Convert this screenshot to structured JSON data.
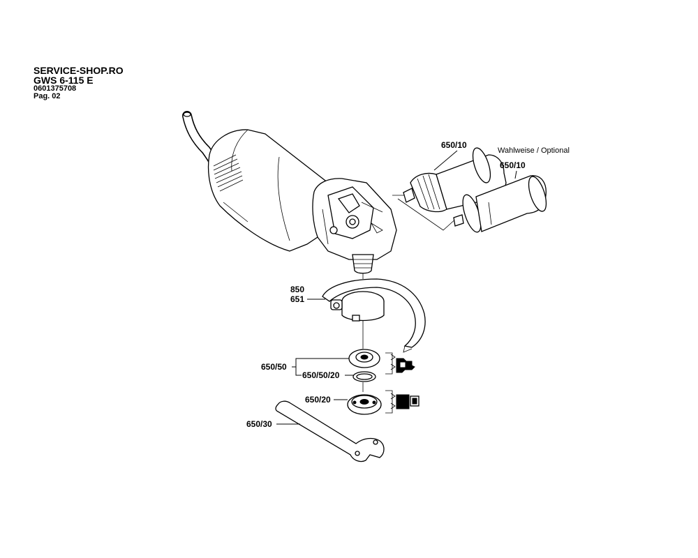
{
  "header": {
    "shop": "SERVICE-SHOP.RO",
    "model": "GWS 6-115 E",
    "part_number": "0601375708",
    "page": "Pag. 02"
  },
  "labels": {
    "handle_a": "650/10",
    "handle_b": "650/10",
    "optional_note": "Wahlweise / Optional",
    "guard_850": "850",
    "guard_651": "651",
    "flange_set": "650/50",
    "flange_ring": "650/50/20",
    "clamp_nut": "650/20",
    "spanner": "650/30"
  }
}
